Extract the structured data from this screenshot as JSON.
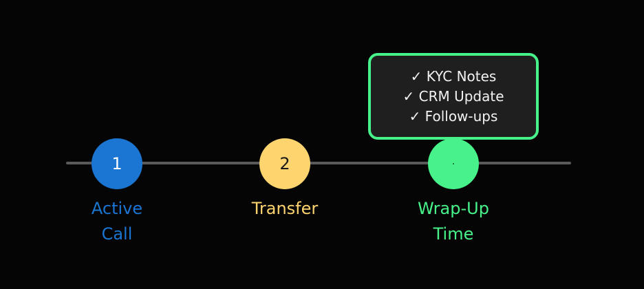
{
  "steps": [
    {
      "number": "1",
      "label_line1": "Active",
      "label_line2": "Call",
      "color": "#1a76d2"
    },
    {
      "number": "2",
      "label_line1": "Transfer",
      "label_line2": "",
      "color": "#fdd46d"
    },
    {
      "number": "",
      "label_line1": "Wrap-Up",
      "label_line2": "Time",
      "color": "#47f28a"
    }
  ],
  "callout": {
    "items": [
      "✓ KYC Notes",
      "✓ CRM Update",
      "✓ Follow-ups"
    ],
    "border_color": "#47f28a"
  },
  "track_color": "#5a5a5a",
  "background": "#050505"
}
